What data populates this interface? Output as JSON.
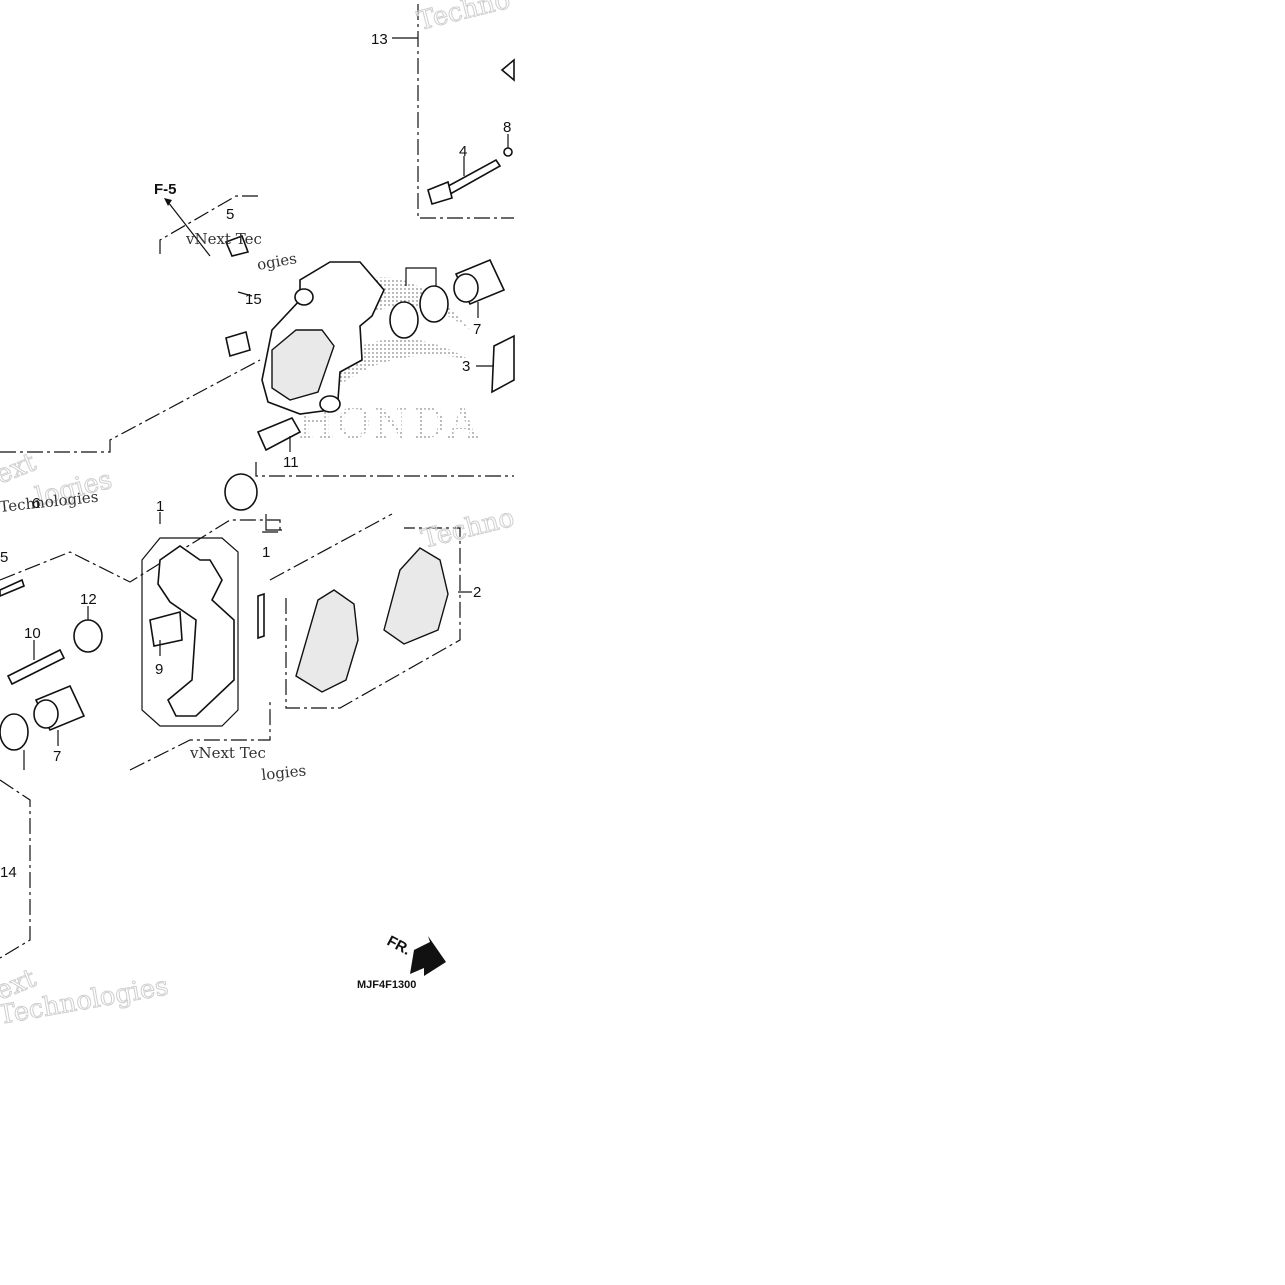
{
  "diagram": {
    "part_labels": {
      "p1a": "1",
      "p1b": "1",
      "p2": "2",
      "p3": "3",
      "p4": "4",
      "p5a": "5",
      "p5b": "5",
      "p6": "6",
      "p7a": "7",
      "p7b": "7",
      "p8": "8",
      "p9": "9",
      "p10": "10",
      "p11": "11",
      "p12": "12",
      "p13": "13",
      "p14": "14",
      "p15": "15"
    },
    "ref_label": "F-5",
    "direction_label": "FR.",
    "diagram_code": "MJF4F1300",
    "logo_text": "HONDA",
    "watermarks": {
      "w1": "Techno",
      "w2": "vNext Tec",
      "w3": "ogies",
      "w4": "ext",
      "w5": "logies",
      "w6": "Technologies",
      "w7": "Techno",
      "w8": "vNext Tec",
      "w9": "logies",
      "w10": "ext",
      "w11": "Technologies"
    }
  }
}
